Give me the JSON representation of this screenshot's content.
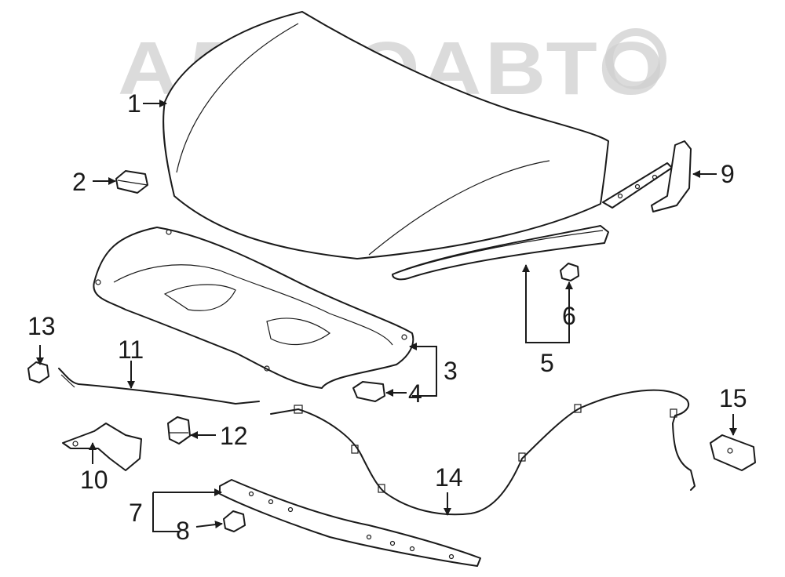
{
  "watermark": {
    "text": "АЛЕГОАВТО",
    "color": "#cfcfcf"
  },
  "callouts": [
    "1",
    "2",
    "3",
    "4",
    "5",
    "6",
    "7",
    "8",
    "9",
    "10",
    "11",
    "12",
    "13",
    "14",
    "15"
  ],
  "colors": {
    "line": "#1a1a1a",
    "background": "#ffffff"
  }
}
